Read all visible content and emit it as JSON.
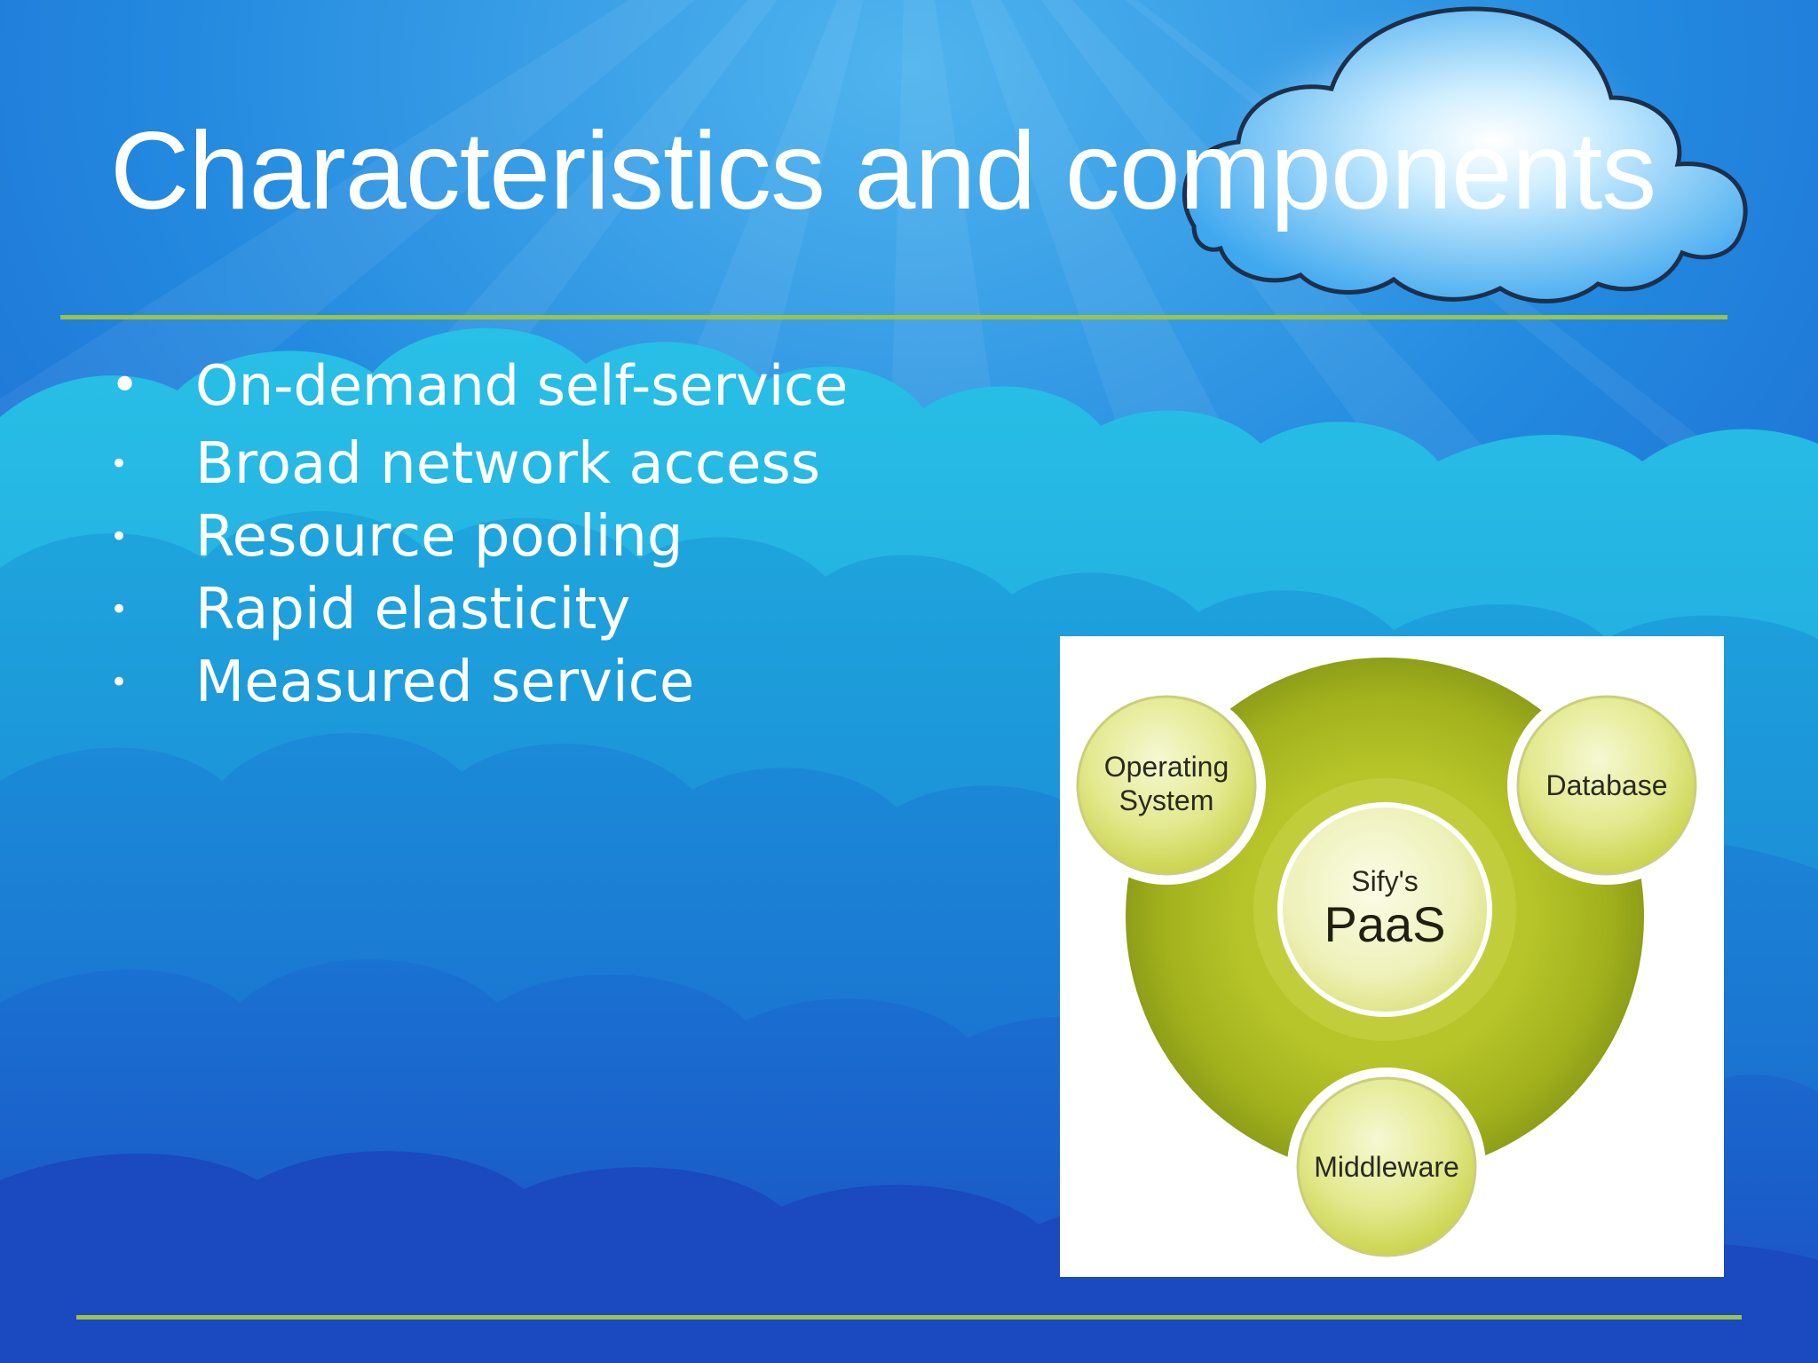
{
  "slide": {
    "title": "Characteristics and components",
    "bullets": [
      "On-demand self-service",
      "Broad network access",
      "Resource pooling",
      "Rapid elasticity",
      "Measured service"
    ],
    "bullet_glyph": "•"
  },
  "diagram": {
    "center_top": "Sify's",
    "center_main": "PaaS",
    "node_operating_line1": "Operating",
    "node_operating_line2": "System",
    "node_database": "Database",
    "node_middleware": "Middleware"
  },
  "colors": {
    "background_blue": "#1e7fd6",
    "cloud_light": "#22b8e0",
    "rule_green": "#9bc34a",
    "ring_olive": "#a3b41c",
    "node_fill": "#dfe68a"
  }
}
